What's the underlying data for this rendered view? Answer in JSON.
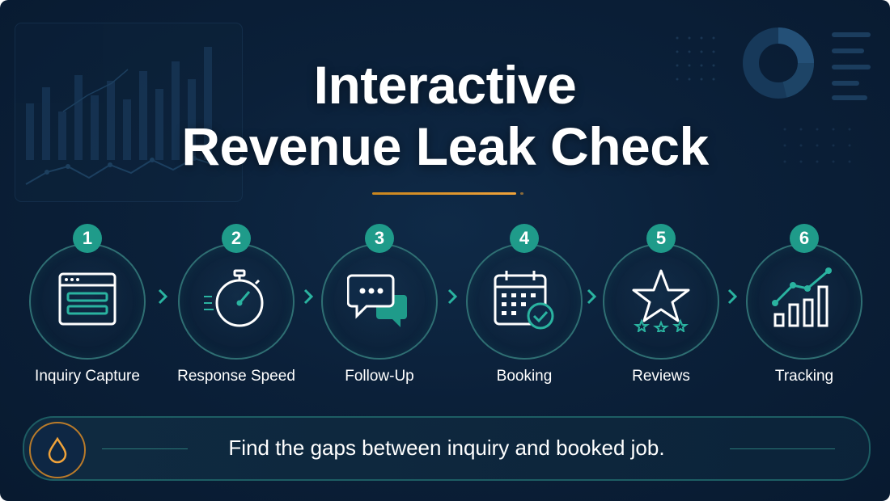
{
  "title": {
    "line1": "Interactive",
    "line2": "Revenue Leak Check"
  },
  "steps": [
    {
      "number": "1",
      "label": "Inquiry Capture",
      "icon": "browser-form-icon"
    },
    {
      "number": "2",
      "label": "Response Speed",
      "icon": "stopwatch-icon"
    },
    {
      "number": "3",
      "label": "Follow-Up",
      "icon": "chat-bubbles-icon"
    },
    {
      "number": "4",
      "label": "Booking",
      "icon": "calendar-check-icon"
    },
    {
      "number": "5",
      "label": "Reviews",
      "icon": "star-rating-icon"
    },
    {
      "number": "6",
      "label": "Tracking",
      "icon": "bar-trend-icon"
    }
  ],
  "banner": {
    "text": "Find the gaps between inquiry and booked job.",
    "icon": "drop-icon"
  },
  "colors": {
    "background": "#0b2039",
    "accent_teal": "#1f9b8a",
    "accent_orange": "#f0a33a",
    "ring_border": "#2f6f73"
  }
}
